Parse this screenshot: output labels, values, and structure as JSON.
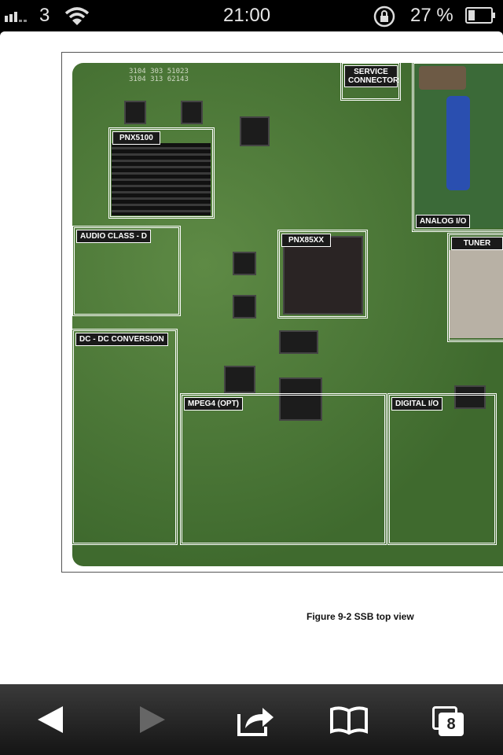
{
  "status_bar": {
    "carrier": "3",
    "time": "21:00",
    "battery": "27 %"
  },
  "figure": {
    "board_print": [
      "3104 303 51023",
      "3104 313 62143"
    ],
    "labels": {
      "service": "SERVICE CONNECTOR",
      "pnx5100": "PNX5100",
      "analog": "ANALOG I/O",
      "audio": "AUDIO CLASS - D",
      "pnx85xx": "PNX85XX",
      "tuner": "TUNER",
      "dcdc": "DC - DC CONVERSION",
      "mpeg4": "MPEG4 (OPT)",
      "digital": "DIGITAL I/O"
    },
    "caption": "Figure 9-2 SSB top view"
  },
  "toolbar": {
    "tabs_count": "8"
  }
}
